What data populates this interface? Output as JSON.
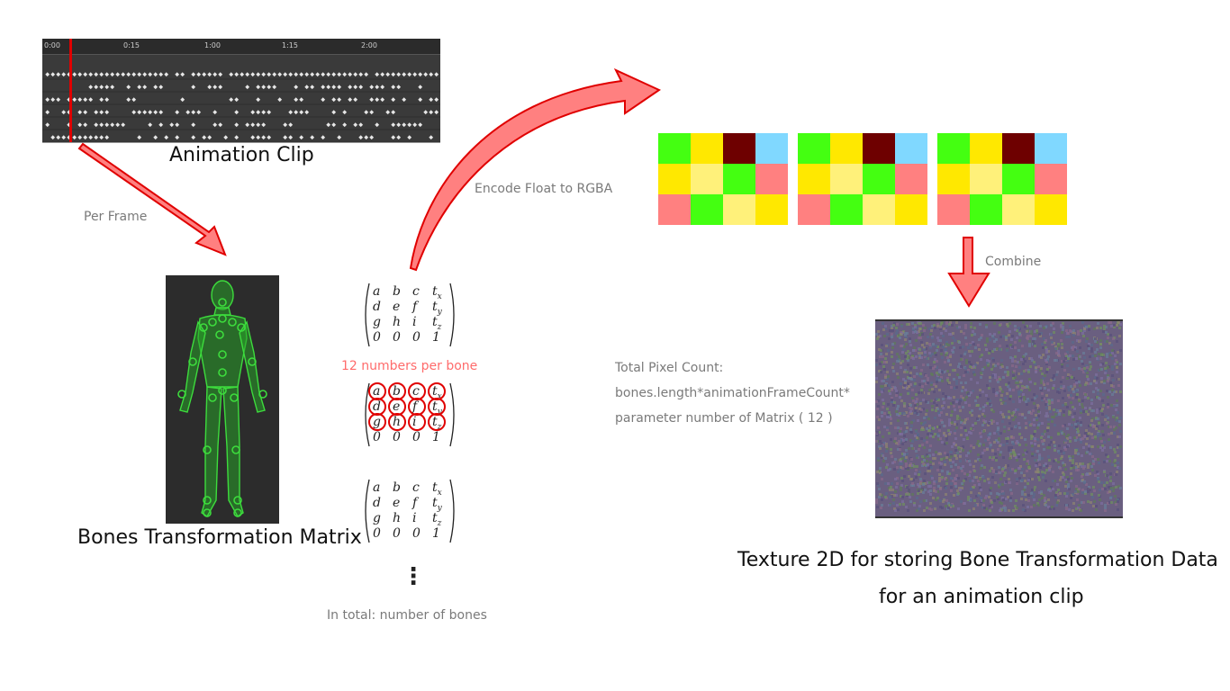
{
  "timeline": {
    "ticks": [
      "0:00",
      "0:15",
      "1:00",
      "1:15",
      "2:00"
    ]
  },
  "labels": {
    "animation_clip": "Animation Clip",
    "per_frame": "Per Frame",
    "bones_matrix": "Bones Transformation Matrix",
    "encode": "Encode Float to RGBA",
    "numbers_per_bone": "12 numbers per bone",
    "in_total": "In total:  number of bones",
    "combine": "Combine",
    "pixel_count_1": "Total Pixel Count:",
    "pixel_count_2": "bones.length*animationFrameCount*",
    "pixel_count_3": "parameter number of Matrix ( 12 )",
    "texture_title_1": "Texture 2D for storing Bone Transformation Data",
    "texture_title_2": "for an animation clip",
    "ellipsis": "⋮"
  },
  "matrix": {
    "rows": [
      [
        "a",
        "b",
        "c",
        "tx"
      ],
      [
        "d",
        "e",
        "f",
        "ty"
      ],
      [
        "g",
        "h",
        "i",
        "tz"
      ],
      [
        "0",
        "0",
        "0",
        "1"
      ]
    ]
  },
  "texture_colors": {
    "green": "#44ff11",
    "yellow": "#ffe800",
    "darkred": "#6e0000",
    "lightblue": "#80d8ff",
    "salmon": "#ff8080",
    "paleyellow": "#fff17a"
  },
  "texture_pattern": [
    [
      "green",
      "yellow",
      "darkred",
      "lightblue"
    ],
    [
      "yellow",
      "paleyellow",
      "green",
      "salmon"
    ],
    [
      "salmon",
      "green",
      "paleyellow",
      "yellow"
    ]
  ]
}
